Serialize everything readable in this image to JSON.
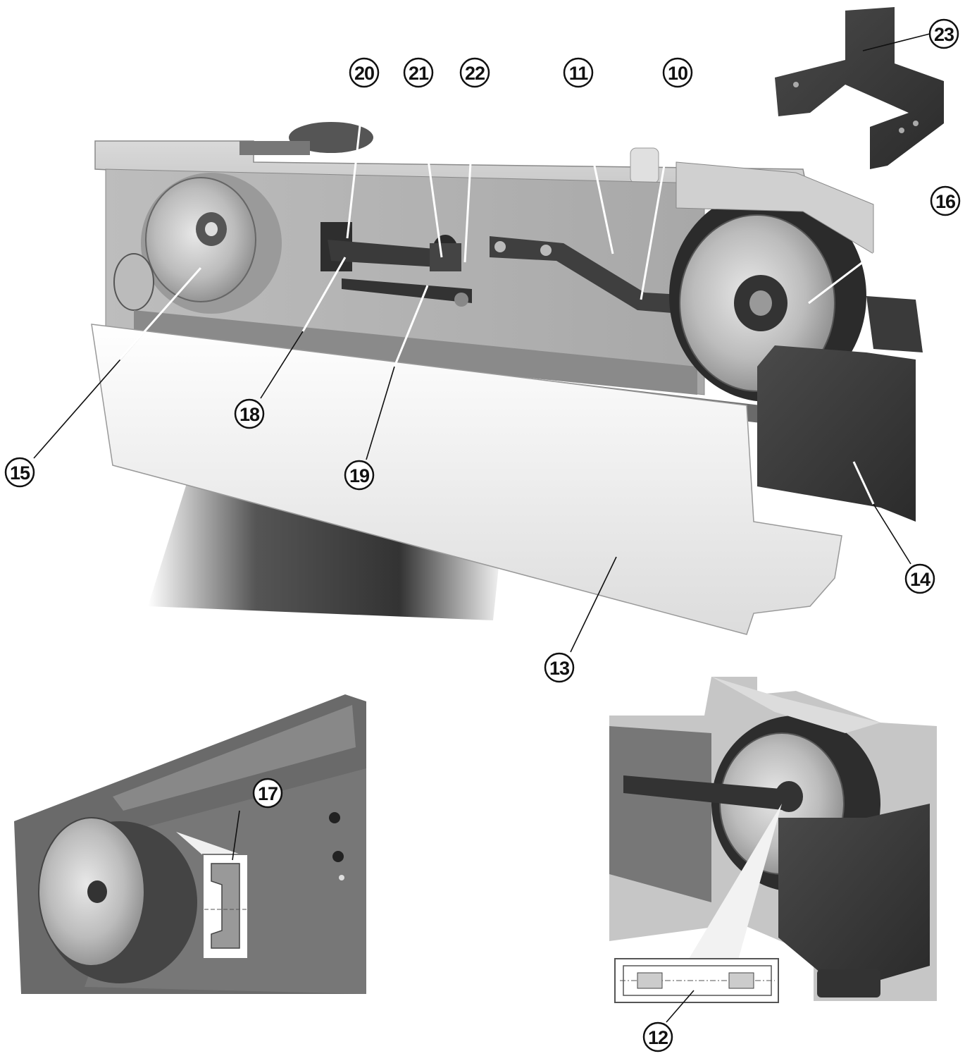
{
  "callouts": [
    {
      "id": "20",
      "label": "20"
    },
    {
      "id": "21",
      "label": "21"
    },
    {
      "id": "22",
      "label": "22"
    },
    {
      "id": "11",
      "label": "11"
    },
    {
      "id": "10",
      "label": "10"
    },
    {
      "id": "23",
      "label": "23"
    },
    {
      "id": "16",
      "label": "16"
    },
    {
      "id": "15",
      "label": "15"
    },
    {
      "id": "18",
      "label": "18"
    },
    {
      "id": "19",
      "label": "19"
    },
    {
      "id": "14",
      "label": "14"
    },
    {
      "id": "13",
      "label": "13"
    },
    {
      "id": "17",
      "label": "17"
    },
    {
      "id": "12",
      "label": "12"
    }
  ]
}
